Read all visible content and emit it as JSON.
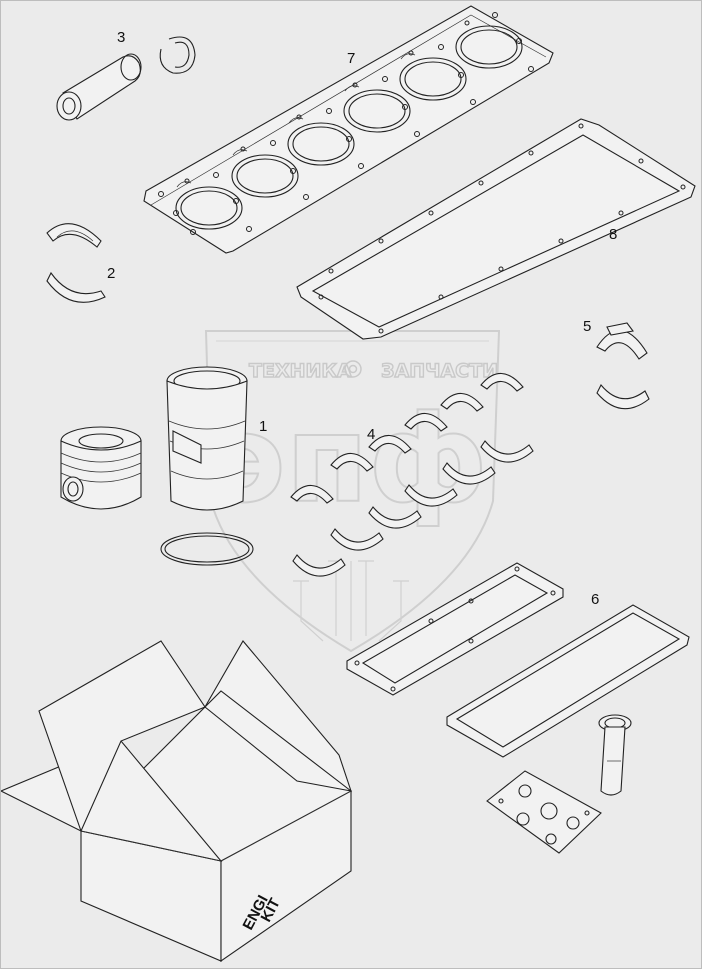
{
  "watermark": {
    "left_text": "ТЕХНИКА",
    "right_text": "ЗАПЧАСТИ",
    "logo_text": "эпф"
  },
  "box_text": {
    "line1": "ENGI",
    "line2": "KIT"
  },
  "callouts": {
    "c1": "1",
    "c2": "2",
    "c3": "3",
    "c4": "4",
    "c5": "5",
    "c6": "6",
    "c7": "7",
    "c8": "8"
  },
  "colors": {
    "background": "#ebebeb",
    "line": "#222222",
    "watermark": "#c9c9c9"
  }
}
